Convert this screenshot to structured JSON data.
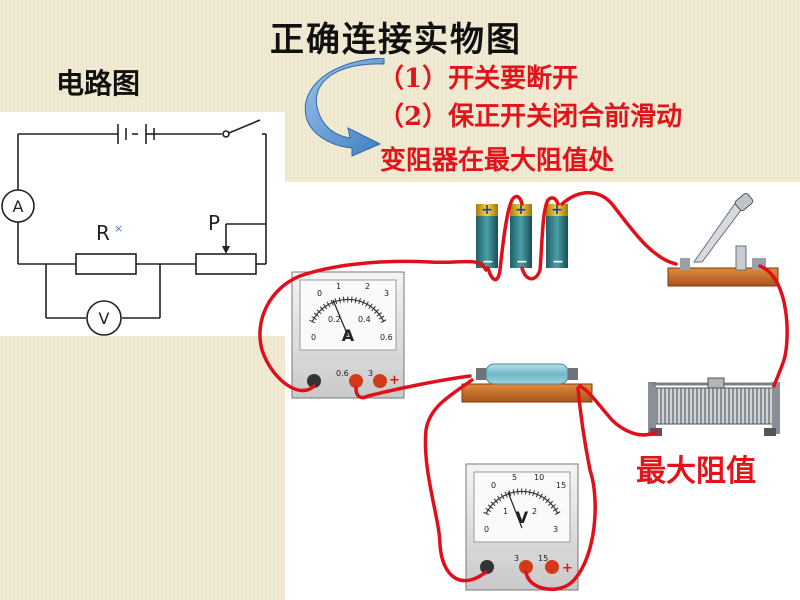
{
  "title": "正确连接实物图",
  "circuit_label": "电路图",
  "notes": [
    "（1）开关要断开",
    "（2）保正开关闭合前滑动",
    "变阻器在最大阻值处"
  ],
  "max_label": "最大阻值",
  "schematic": {
    "resistor_label": "R",
    "resistor_mark": "×",
    "slider_label": "P",
    "ammeter_symbol": "A",
    "voltmeter_symbol": "V"
  },
  "ammeter": {
    "unit": "A",
    "upper_scale": [
      "0",
      "1",
      "2",
      "3"
    ],
    "lower_scale": [
      "0",
      "0.2",
      "0.4",
      "0.6"
    ],
    "terminals": [
      "0.6",
      "3",
      "+"
    ]
  },
  "voltmeter": {
    "unit": "V",
    "upper_scale": [
      "0",
      "5",
      "10",
      "15"
    ],
    "lower_scale": [
      "0",
      "1",
      "2",
      "3"
    ],
    "terminals": [
      "3",
      "15",
      "+"
    ]
  },
  "battery": {
    "positive": "+",
    "negative": "−"
  },
  "colors": {
    "accent_red": "#e2141b",
    "arrow_blue": "#4a86c8",
    "wire_red": "#e0101a"
  }
}
